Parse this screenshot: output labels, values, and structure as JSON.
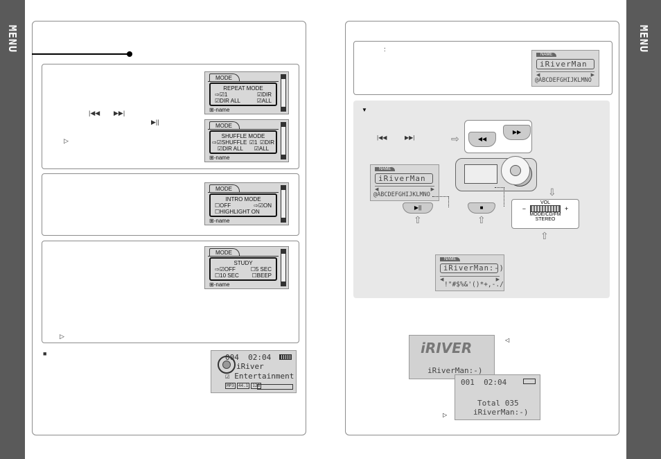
{
  "sidebar": {
    "left_label": "MENU",
    "right_label": "MENU"
  },
  "repeat_screen": {
    "tab": "MODE",
    "title": "REPEAT MODE",
    "row1_left": "1",
    "row1_right": "DIR",
    "row2_left": "DIR ALL",
    "row2_right": "ALL",
    "footer": "name"
  },
  "shuffle_screen": {
    "tab": "MODE",
    "title": "SHUFFLE MODE",
    "row1_left": "SHUFFLE",
    "row1_mid": "1",
    "row1_right": "DIR",
    "row2_left": "DIR ALL",
    "row2_right": "ALL",
    "footer": "name"
  },
  "intro_screen": {
    "tab": "MODE",
    "title": "INTRO MODE",
    "row1_left": "OFF",
    "row1_right": "ON",
    "row2": "HIGHLIGHT ON",
    "footer": "name"
  },
  "study_screen": {
    "tab": "MODE",
    "title": "STUDY",
    "row1_left": "OFF",
    "row1_right": "5  SEC",
    "row2_left": "10  SEC",
    "row2_right": "BEEP",
    "footer": "name"
  },
  "nowplaying_left": {
    "track": "004",
    "time": "02:04",
    "line1": "iRiver",
    "line2": "Entertainment",
    "codec": "MP3",
    "freq": "44.1",
    "rate": "128"
  },
  "name_top": {
    "tab": "NAME",
    "value": "iRiverMan",
    "chars": "@ABCDEFGHIJKLMNO"
  },
  "name_mid": {
    "tab": "NAME",
    "value": "iRiverMan",
    "chars": "@ABCDEFGHIJKLMNO"
  },
  "name_bottom": {
    "tab": "NAME",
    "value": "iRiverMan:-)",
    "chars": "!\"#$%&'()*+,-./"
  },
  "player_diagram": {
    "vol_label": "VOL",
    "mode_label": "MODE/CD/FM",
    "stereo_label": "STEREO",
    "minus": "−",
    "plus": "+"
  },
  "boot_screen": {
    "logo": "iRIVER",
    "name": "iRiverMan:-)"
  },
  "final_screen": {
    "track": "001",
    "time": "02:04",
    "total": "Total 035",
    "name": "iRiverMan:-)"
  },
  "glyphs": {
    "colon": ":",
    "triangle_down": "▼",
    "square": "■",
    "play_right": "▷",
    "play_left": "◁",
    "prev": "⏮",
    "next": "⏭",
    "play_pause": "⏯"
  }
}
